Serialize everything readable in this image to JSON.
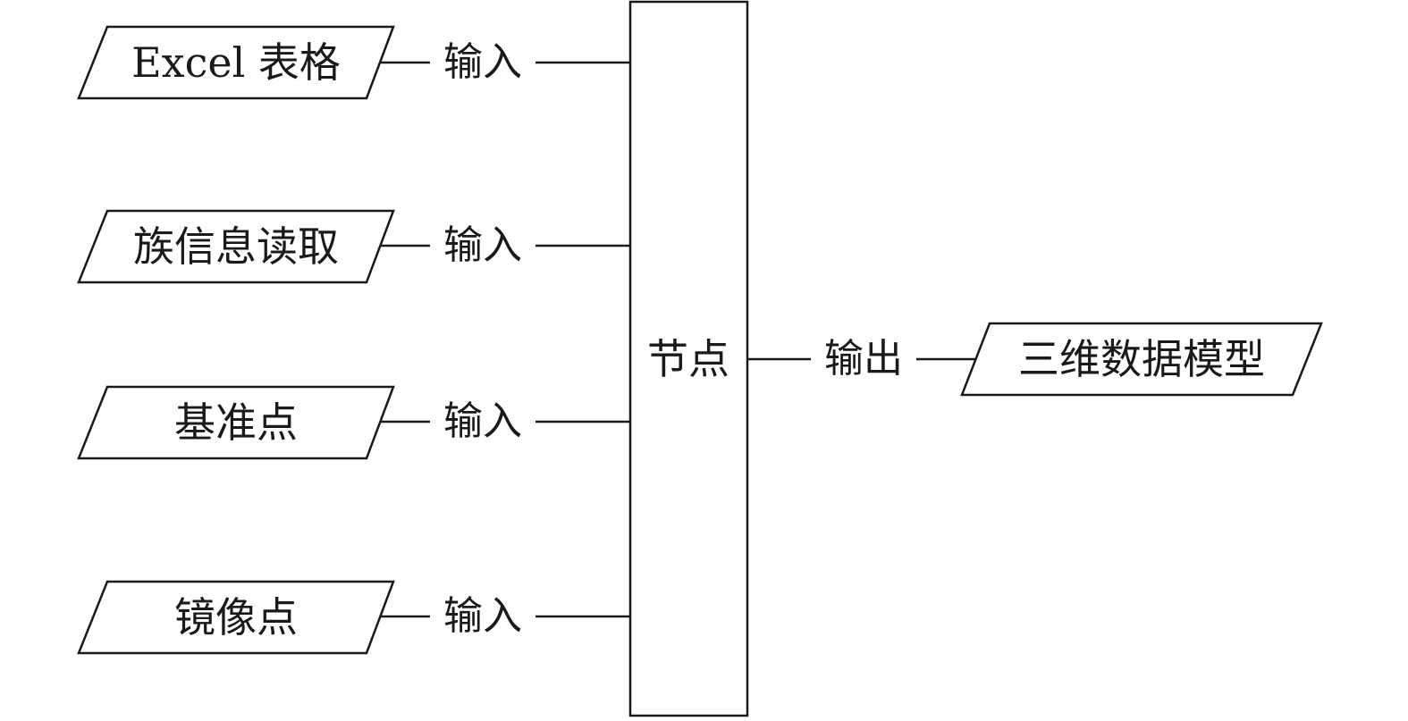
{
  "inputs": [
    {
      "label": "Excel 表格",
      "connector": "输入"
    },
    {
      "label": "族信息读取",
      "connector": "输入"
    },
    {
      "label": "基准点",
      "connector": "输入"
    },
    {
      "label": "镜像点",
      "connector": "输入"
    }
  ],
  "node": {
    "label": "节点"
  },
  "output": {
    "label": "三维数据模型",
    "connector": "输出"
  }
}
